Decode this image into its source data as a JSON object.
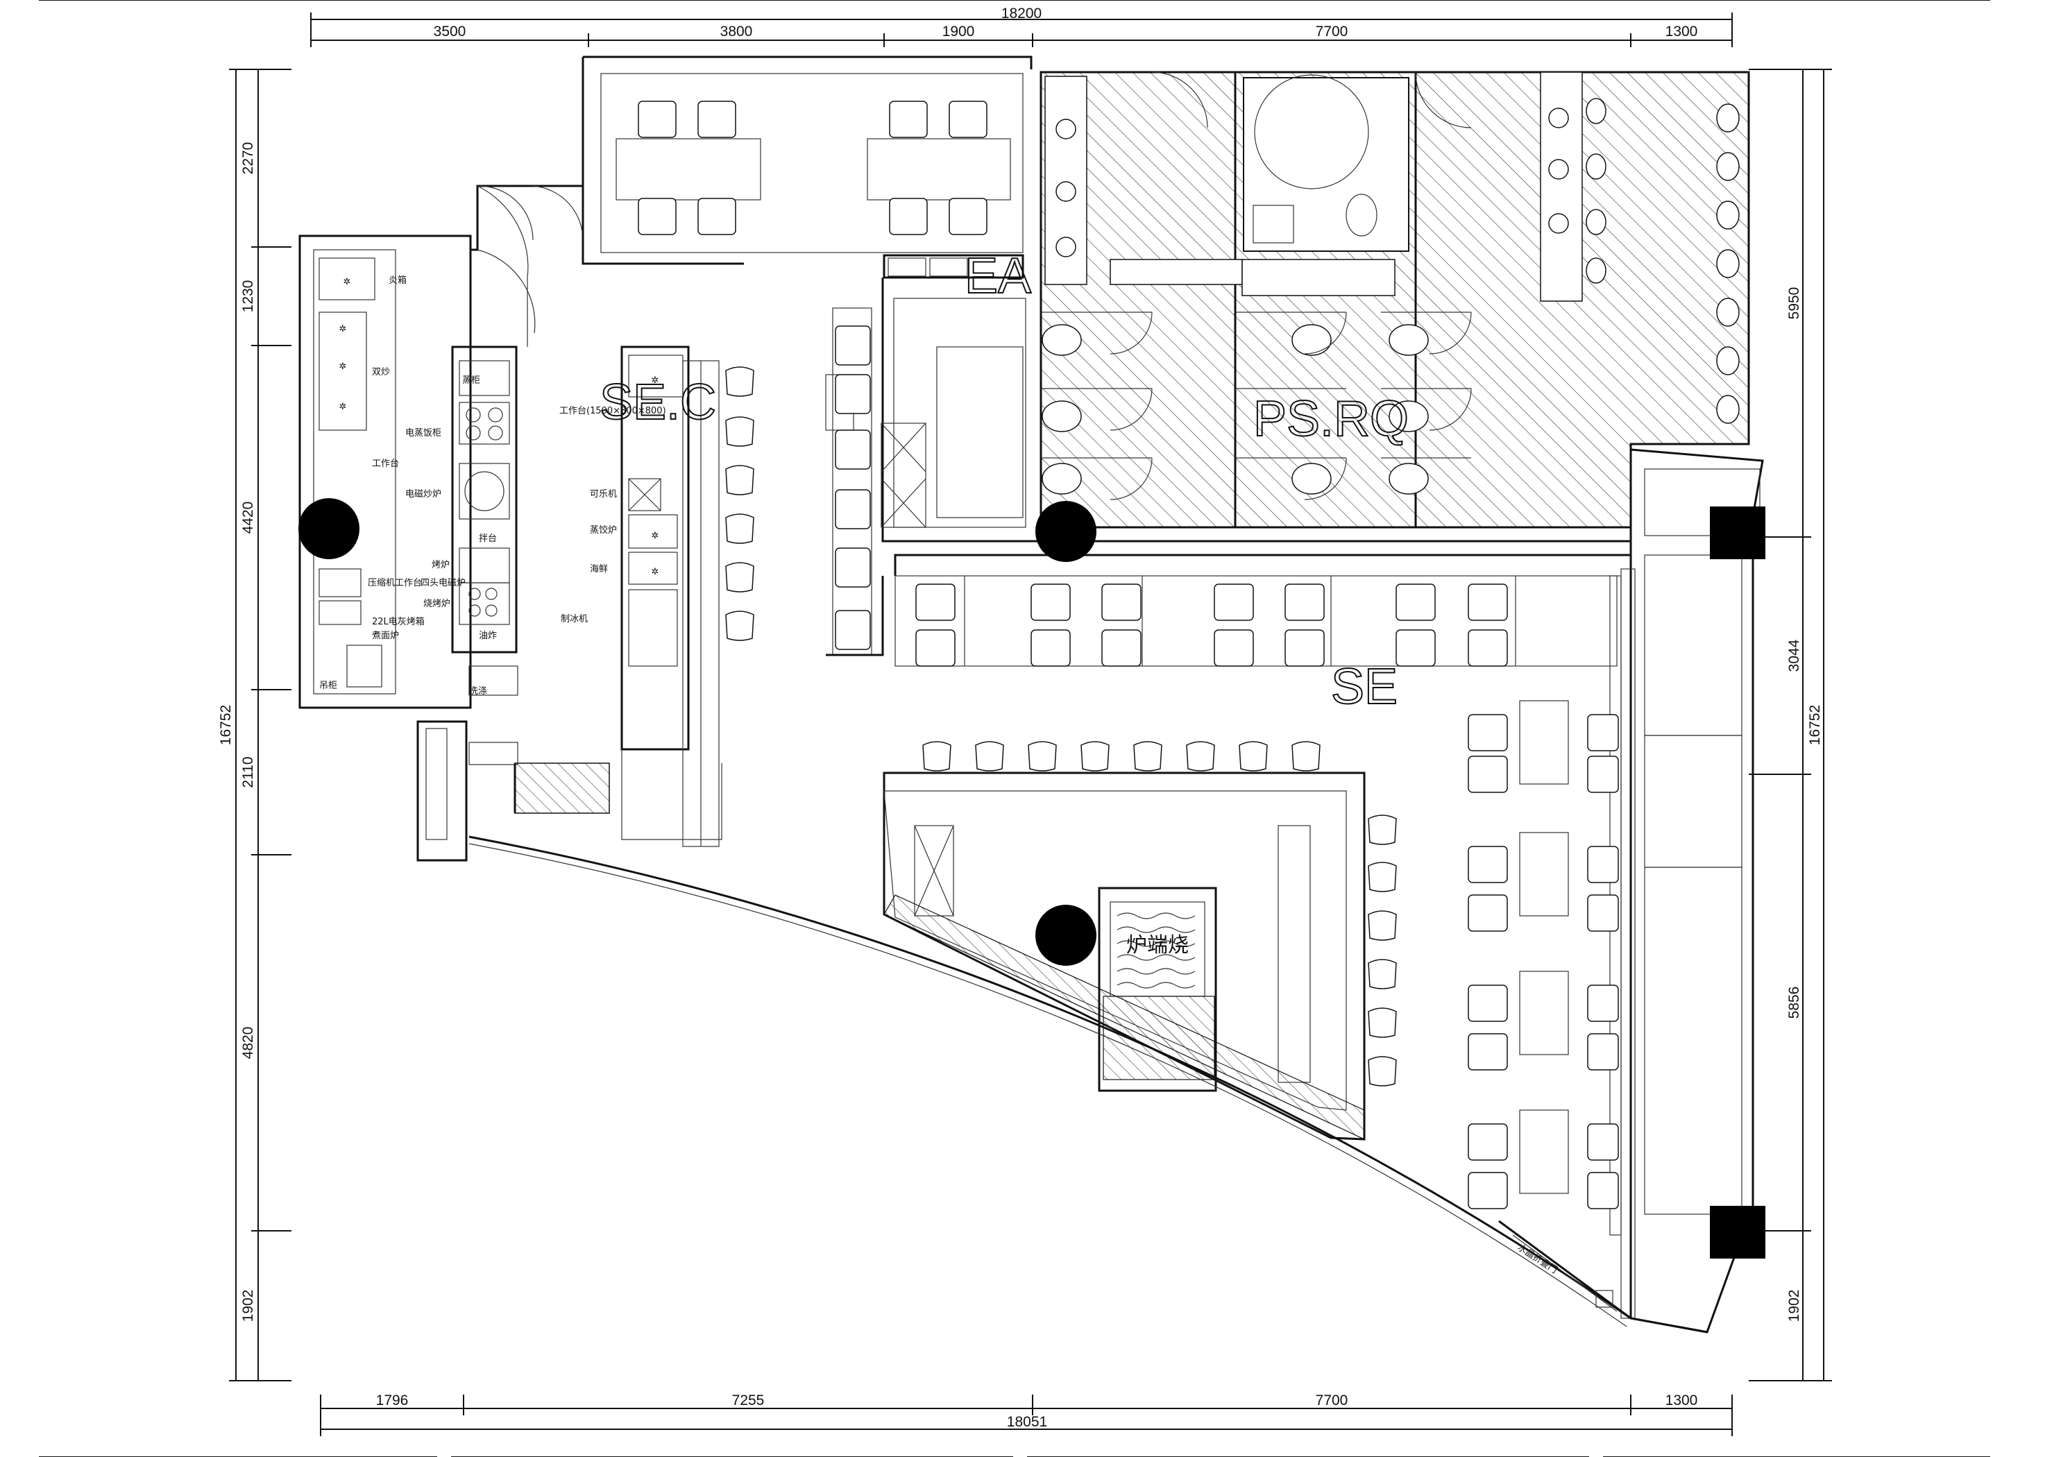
{
  "dimensions": {
    "top_total": "18200",
    "top_segments": [
      "3500",
      "3800",
      "1900",
      "7700",
      "1300"
    ],
    "bottom_total": "18051",
    "bottom_segments": [
      "1796",
      "7255",
      "7700",
      "1300"
    ],
    "left_total": "16752",
    "left_segments": [
      "2270",
      "1230",
      "4420",
      "2110",
      "4820",
      "1902"
    ],
    "right_total": "16752",
    "right_segments": [
      "5950",
      "3044",
      "5856",
      "1902"
    ]
  },
  "zones": {
    "se_c": "SE.C",
    "ea": "EA",
    "ps_rq": "PS.RQ",
    "se": "SE"
  },
  "feature_label": "炉端烧",
  "door_label": "水晶折叠门",
  "kitchen_labels": [
    "炎箱",
    "双炒",
    "工作台",
    "蒸柜",
    "电蒸饭柜",
    "电磁炒炉",
    "拌台",
    "烤炉",
    "烧烤炉",
    "压缩机工作台",
    "四头电磁炉",
    "22L电灰烤箱",
    "煮面炉",
    "油炸",
    "洗涤",
    "工作台(1500×800×800)",
    "可乐机",
    "蒸饺炉",
    "海鲜",
    "制冰机",
    "吊柜"
  ],
  "colors": {
    "line": "#111111",
    "fill_column": "#000000",
    "background": "#ffffff"
  }
}
